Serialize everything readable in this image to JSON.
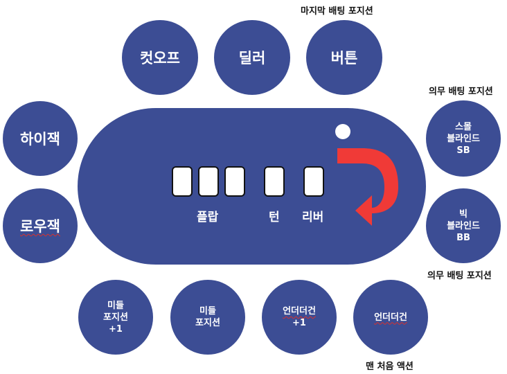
{
  "seats": {
    "cutoff": "컷오프",
    "dealer": "딜러",
    "button": "버튼",
    "hijack": "하이잭",
    "lowjack": "로우잭",
    "small_blind": [
      "스몰",
      "블라인드",
      "SB"
    ],
    "big_blind": [
      "빅",
      "블라인드",
      "BB"
    ],
    "middle_plus1": [
      "미들",
      "포지션",
      "+1"
    ],
    "middle": [
      "미들",
      "포지션"
    ],
    "utg_plus1": [
      "언더더건",
      "+1"
    ],
    "utg": "언더더건"
  },
  "streets": {
    "flop": "플랍",
    "turn": "턴",
    "river": "리버"
  },
  "notes": {
    "last_betting": "마지막 배팅 포지션",
    "mandatory_betting_top": "의무 배팅 포지션",
    "mandatory_betting_bottom": "의무 배팅 포지션",
    "first_action": "맨 처음 액션"
  },
  "colors": {
    "seat": "#3c4d94",
    "arrow": "#f03a37"
  },
  "icons": {
    "action_arrow": "curved-arrow-icon",
    "dealer_button": "dealer-button-icon"
  }
}
